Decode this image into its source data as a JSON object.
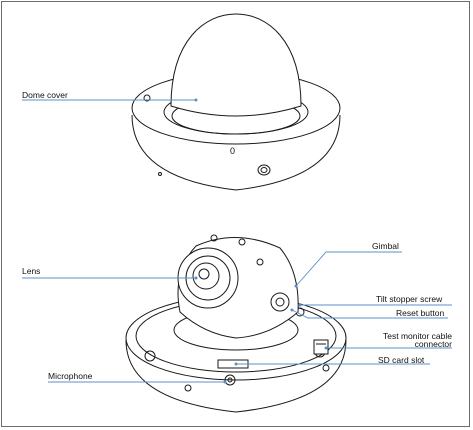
{
  "labels": {
    "dome_cover": "Dome cover",
    "lens": "Lens",
    "gimbal": "Gimbal",
    "tilt_stopper_screw": "Tilt stopper screw",
    "reset_button": "Reset button",
    "test_monitor_line1": "Test monitor cable",
    "test_monitor_line2": "connector",
    "sd_card_slot": "SD card slot",
    "microphone": "Microphone"
  },
  "dome_marking": "0",
  "colors": {
    "leader_line": "#5b8fc9",
    "outline": "#1a1a1a",
    "frame": "#6b6b6b"
  }
}
